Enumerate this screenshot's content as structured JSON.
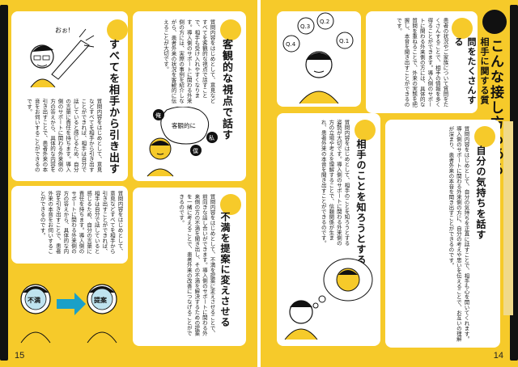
{
  "page_left": {
    "number": "15"
  },
  "page_right": {
    "number": "14",
    "title": "こんな接し方もある"
  },
  "sections": {
    "respect": {
      "title": "すべてを相手から引き出す",
      "body": "質問内容をはじめとして、意見などすべてを相手から引き出すことができれば、相手は自分で話していると感じるため、自分の言葉に責任を持ちます。導入側のサポートに関わる外来側の方の答えから、具体的な内容を引き出すことで、患者外来の本音をお伺いすることができるのです。"
    },
    "objective": {
      "title": "客観的な視点で話す",
      "body": "質問内容をはじめとして、意見などすべてを客観的な視点で話すことで、相手も受け入れやすくなります。導入側のサポートに関わる外来側の方には、実際の事例を紹介しながら、患者外来の状況を客観的に伝えることが大切です。"
    },
    "complaint": {
      "title": "不満を提案に変えさせる",
      "body": "質問内容をはじめとして、不満を提案に変えさせることで、前向きな話し合いができます。導入側のサポートに関わる外来側の方の不満を聞き出し、その不満を解決するための提案を一緒に考えることで、患者外来の改善につなげることができるのです。"
    },
    "questions": {
      "title": "相手に関する質問をたくさんする",
      "body": "患者の状況やご家族について質問をたくさんすることで、相手の情報を多く得ることができます。導入側のサポートに関わる外来側の方には、具体的な質問を重ねることで、外来の実態を把握し、本音を聞き出すことができるのです。"
    },
    "know": {
      "title": "相手のことを知ろうとする",
      "body": "質問内容をはじめとして、相手のことを知ろうとする姿勢が大切です。導入側のサポートに関わる外来側の方の立場や考えを理解することで、信頼関係が生まれ、患者外来の本音を聞き出すことができるのです。"
    },
    "feelings": {
      "title": "自分の気持ちを話す",
      "body": "質問内容をはじめとして、自分の気持ちを正直に話すことで、相手も心を開いてくれます。導入側のサポートに関わる外来側の方に、自分の考えや思いを伝えることで、お互いの理解が深まり、患者外来の本音を聞き出すことができるのです。"
    }
  },
  "illustrations": {
    "thinker": {
      "words": [
        "客観的に",
        "俺",
        "私",
        "僕"
      ]
    },
    "qa": {
      "bubbles": [
        "Q.1",
        "Q.2",
        "Q.3",
        "Q.4"
      ]
    },
    "change": {
      "from": "不満",
      "to": "提案"
    }
  },
  "colors": {
    "accent": "#f6ca2a",
    "ink": "#111111",
    "arrow": "#1aa0c8",
    "bubble": "#bfe3ef"
  }
}
